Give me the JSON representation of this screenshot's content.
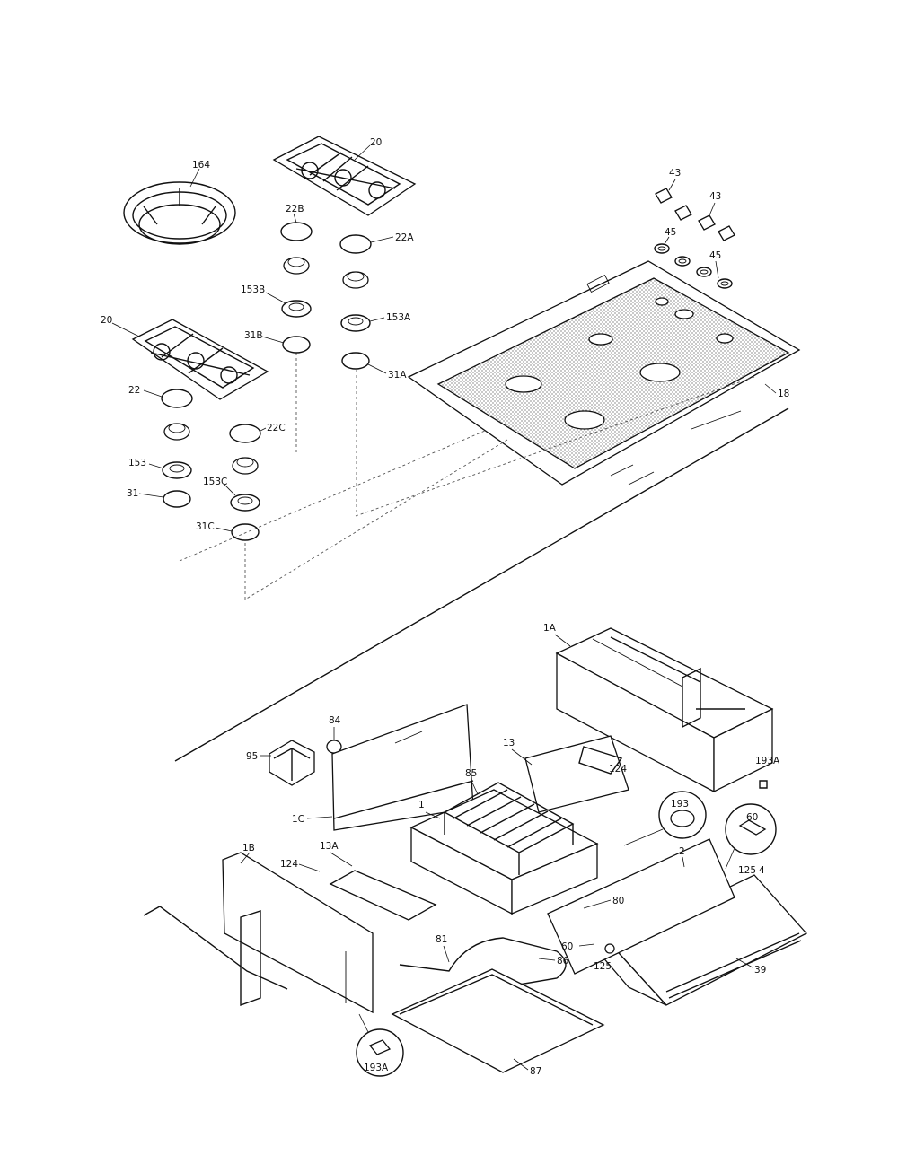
{
  "labels": {
    "l164": "164",
    "l20a": "20",
    "l20b": "20",
    "l22b": "22B",
    "l22a": "22A",
    "l22": "22",
    "l22c": "22C",
    "l153b": "153B",
    "l153a": "153A",
    "l153": "153",
    "l153c": "153C",
    "l31b": "31B",
    "l31a": "31A",
    "l31": "31",
    "l31c": "31C",
    "l43a": "43",
    "l43b": "43",
    "l45a": "45",
    "l45b": "45",
    "l18": "18",
    "l1a": "1A",
    "l1b": "1B",
    "l1c": "1C",
    "l1": "1",
    "l84": "84",
    "l95": "95",
    "l13": "13",
    "l13a": "13A",
    "l85": "85",
    "l124a": "124",
    "l124b": "124",
    "l193": "193",
    "l193a": "193A",
    "l193a2": "193A",
    "l60a": "60",
    "l60b": "60",
    "l2": "2",
    "l4": "4",
    "l125a": "125",
    "l125b": "125",
    "l80": "80",
    "l39": "39",
    "l81": "81",
    "l86": "86",
    "l87": "87"
  },
  "colors": {
    "line": "#111111",
    "background": "#ffffff"
  }
}
